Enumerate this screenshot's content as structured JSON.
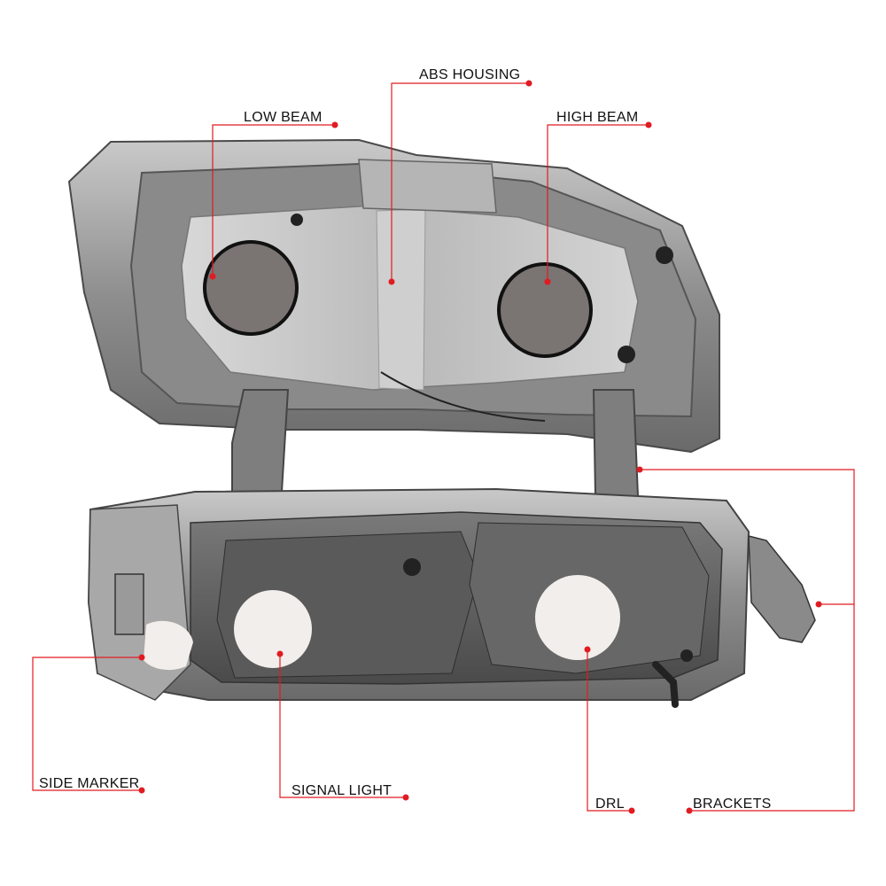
{
  "callouts": {
    "abs_housing": "ABS HOUSING",
    "low_beam": "LOW BEAM",
    "high_beam": "HIGH BEAM",
    "side_marker": "SIDE MARKER",
    "signal_light": "SIGNAL LIGHT",
    "drl": "DRL",
    "brackets": "BRACKETS"
  },
  "colors": {
    "leader_line": "#e11b22",
    "housing_chrome": "#9a9a9a",
    "housing_dark": "#5c5c5c",
    "bulb_port": "#7a7472",
    "lens_port": "#f2eeec"
  }
}
